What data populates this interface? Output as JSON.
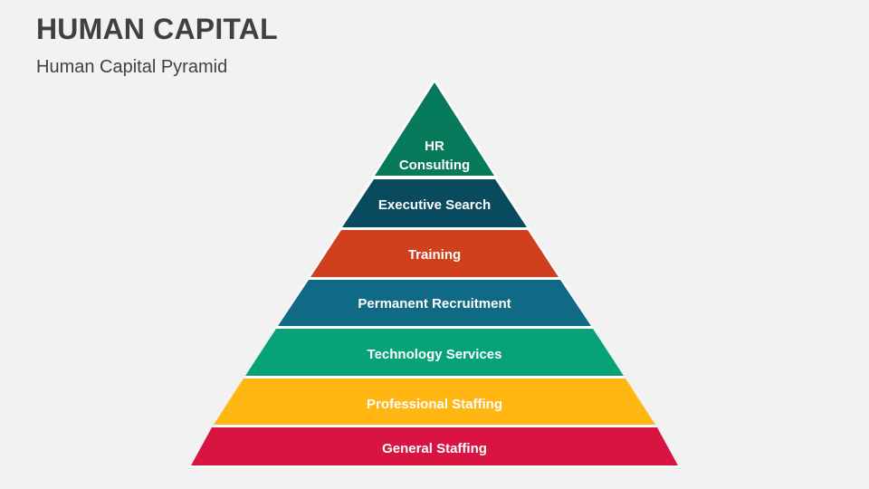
{
  "header": {
    "title": "HUMAN CAPITAL",
    "subtitle": "Human Capital Pyramid"
  },
  "pyramid": {
    "levels": [
      {
        "label_line1": "HR",
        "label_line2": "Consulting",
        "color": "#077a5c"
      },
      {
        "label": "Executive Search",
        "color": "#0a4a5e"
      },
      {
        "label": "Training",
        "color": "#d0401d"
      },
      {
        "label": "Permanent Recruitment",
        "color": "#106985"
      },
      {
        "label": "Technology Services",
        "color": "#07a278"
      },
      {
        "label": "Professional Staffing",
        "color": "#ffb612"
      },
      {
        "label": "General Staffing",
        "color": "#d81542"
      }
    ]
  }
}
